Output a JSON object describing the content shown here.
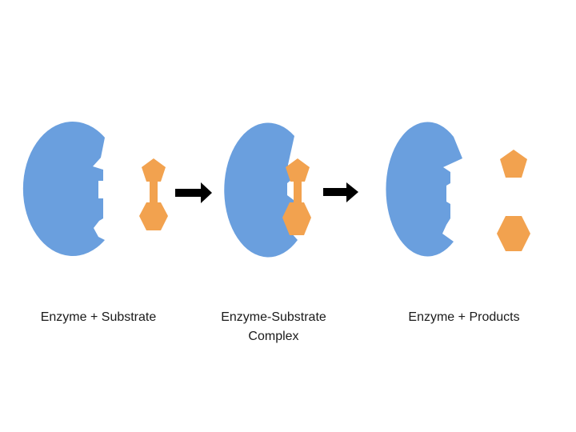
{
  "colors": {
    "enzyme": "#6a9fde",
    "substrate": "#f2a24f",
    "arrow": "#000000",
    "background": "#ffffff"
  },
  "stages": [
    {
      "label": "Enzyme + Substrate"
    },
    {
      "label_line1": "Enzyme-Substrate",
      "label_line2": "Complex"
    },
    {
      "label": "Enzyme + Products"
    }
  ],
  "arrows": [
    "arrow-right-icon",
    "arrow-right-icon"
  ]
}
